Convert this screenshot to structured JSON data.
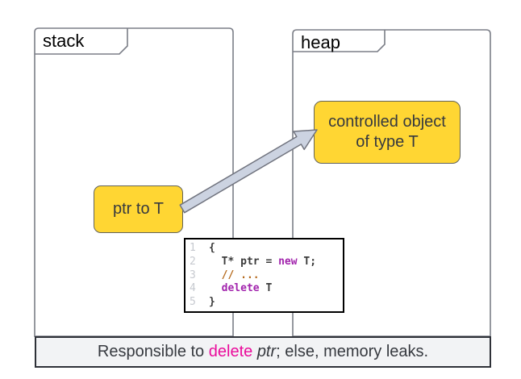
{
  "diagram": {
    "stack_label": "stack",
    "heap_label": "heap",
    "ptr_box_label": "ptr to T",
    "controlled_box_label": "controlled object of type T"
  },
  "code": {
    "lines": [
      {
        "num": "1",
        "segments": [
          {
            "t": "{",
            "c": "plain"
          }
        ]
      },
      {
        "num": "2",
        "segments": [
          {
            "t": "  T* ptr = ",
            "c": "plain"
          },
          {
            "t": "new",
            "c": "keyword"
          },
          {
            "t": " T;",
            "c": "plain"
          }
        ]
      },
      {
        "num": "3",
        "segments": [
          {
            "t": "  // ...",
            "c": "comment"
          }
        ]
      },
      {
        "num": "4",
        "segments": [
          {
            "t": "  ",
            "c": "plain"
          },
          {
            "t": "delete",
            "c": "keyword"
          },
          {
            "t": " T",
            "c": "plain"
          }
        ]
      },
      {
        "num": "5",
        "segments": [
          {
            "t": "}",
            "c": "plain"
          }
        ]
      }
    ]
  },
  "caption": {
    "segments": [
      {
        "t": "Responsible to ",
        "c": "plain"
      },
      {
        "t": "delete",
        "c": "magenta"
      },
      {
        "t": " ",
        "c": "plain"
      },
      {
        "t": "ptr",
        "c": "italic"
      },
      {
        "t": "; else, memory leaks.",
        "c": "plain"
      }
    ]
  },
  "colors": {
    "box_fill": "#ffd633",
    "box_border": "#63635a",
    "container_border": "#7b7e87",
    "arrow_fill": "#ccd3e1",
    "arrow_border": "#70737e",
    "caption_bg": "#f2f3f5",
    "caption_border": "#2e3138",
    "keyword": "#a224ad",
    "comment": "#b5691c",
    "magenta": "#ea0b9b",
    "line_number": "#c6c9cf",
    "text_dark": "#36393f"
  }
}
